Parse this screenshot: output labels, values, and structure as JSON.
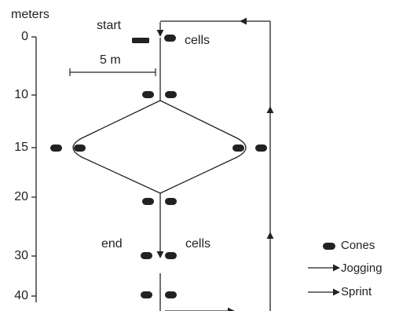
{
  "axis": {
    "unit_label": "meters",
    "ticks": [
      {
        "label": "0",
        "value": 0
      },
      {
        "label": "10",
        "value": 10
      },
      {
        "label": "15",
        "value": 15
      },
      {
        "label": "20",
        "value": 20
      },
      {
        "label": "30",
        "value": 30
      },
      {
        "label": "40",
        "value": 40
      }
    ]
  },
  "labels": {
    "start": "start",
    "cells_top": "cells",
    "end": "end",
    "cells_bottom": "cells",
    "scale_bar": "5 m"
  },
  "legend": {
    "cones": "Cones",
    "jogging": "Jogging",
    "sprint": "Sprint"
  },
  "colors": {
    "ink": "#222222",
    "background": "#ffffff"
  }
}
